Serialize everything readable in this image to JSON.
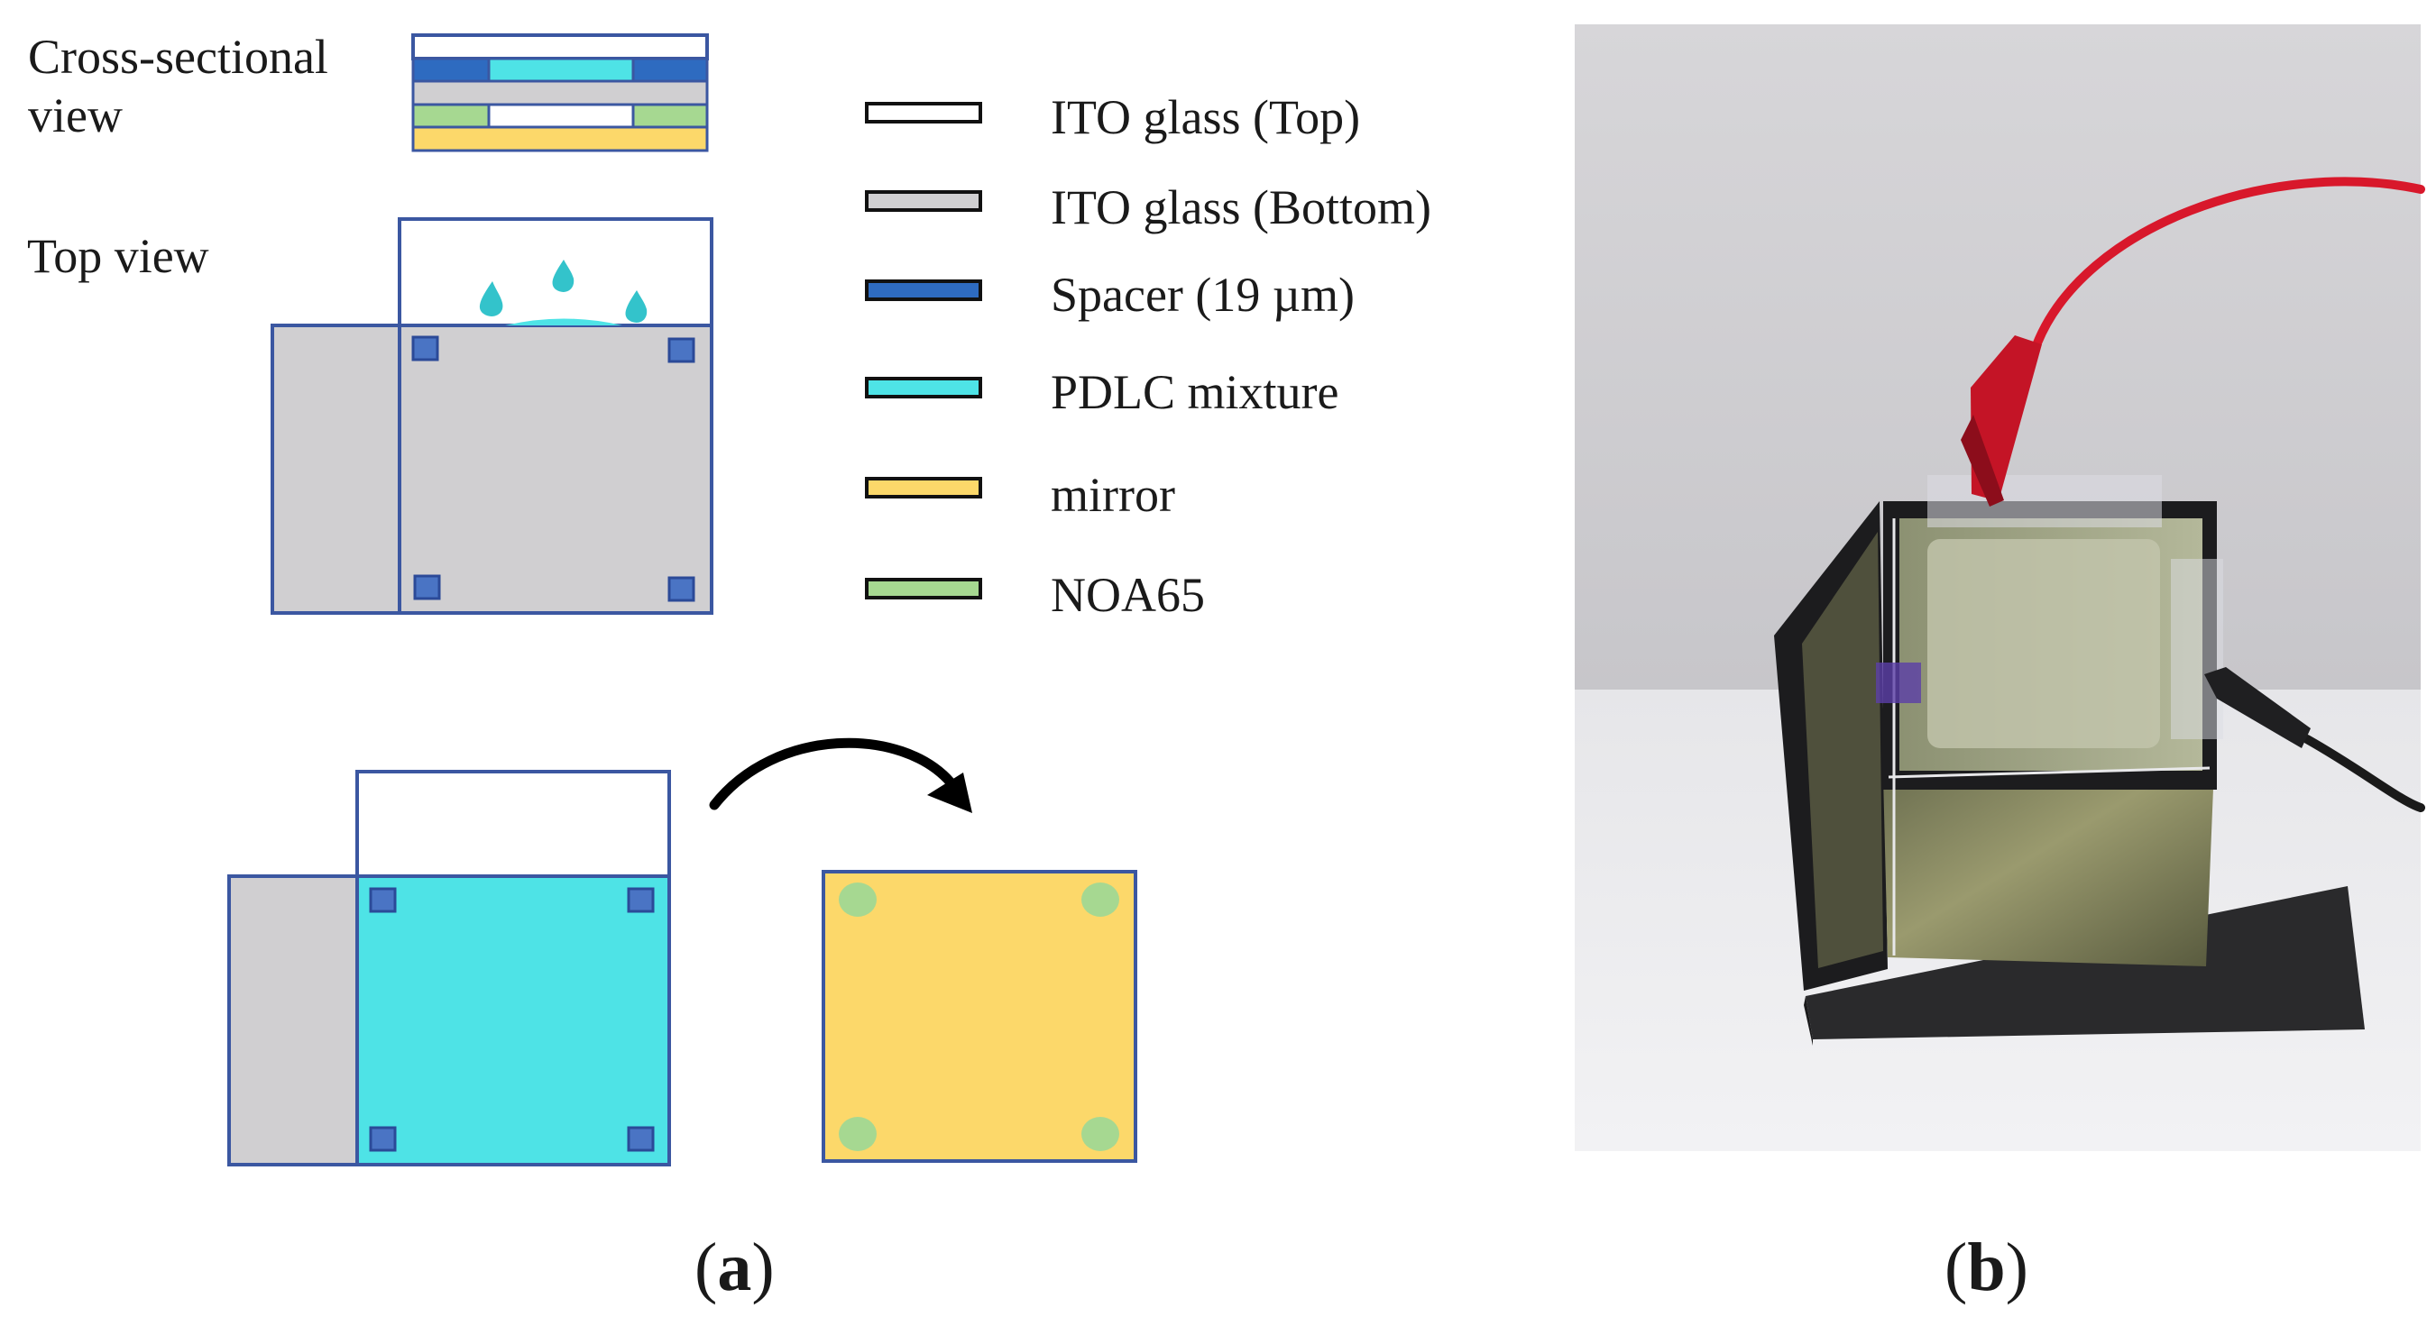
{
  "panel_a": {
    "label_open": "(",
    "label_letter": "a",
    "label_close": ")",
    "cross_section_title_line1": "Cross-sectional",
    "cross_section_title_line2": "view",
    "top_view_title": "Top view",
    "legend": [
      {
        "label": "ITO glass (Top)",
        "color": "#ffffff"
      },
      {
        "label": "ITO glass (Bottom)",
        "color": "#d0cfd1"
      },
      {
        "label": "Spacer (19 µm)",
        "color": "#2e6bc0"
      },
      {
        "label": "PDLC mixture",
        "color": "#4ee3e6"
      },
      {
        "label": "mirror",
        "color": "#fcd86a"
      },
      {
        "label": "NOA65",
        "color": "#a6d891"
      }
    ]
  },
  "panel_b": {
    "label_open": "(",
    "label_letter": "b",
    "label_close": ")"
  },
  "colors": {
    "outline": "#3b57a1",
    "droplet": "#33c3cb",
    "arrow": "#000000"
  },
  "icons": [
    "droplet-icon",
    "curved-arrow-icon"
  ]
}
